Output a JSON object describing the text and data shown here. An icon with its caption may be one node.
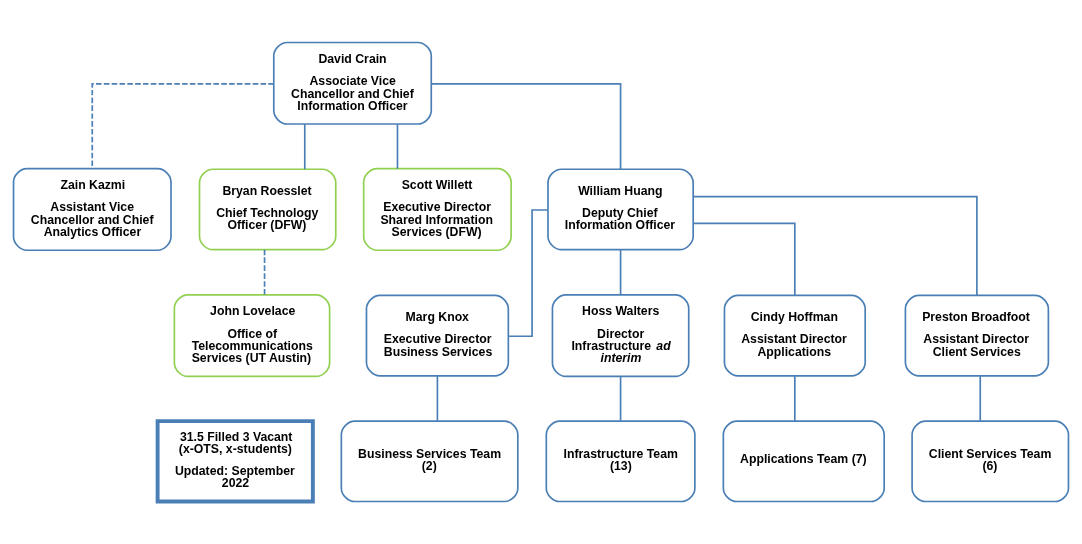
{
  "diagram": {
    "nodes": [
      {
        "text": [
          "David Crain",
          "Associate Vice Chancellor and Chief Information Officer"
        ]
      },
      {
        "text": [
          "Zain Kazmi",
          "Assistant Vice Chancellor and Chief Analytics Officer"
        ]
      },
      {
        "text": [
          "Bryan Roesslet",
          "Chief Technology Officer (DFW)"
        ]
      },
      {
        "text": [
          "Scott Willett",
          "Executive Director Shared Information Services (DFW)"
        ]
      },
      {
        "text": [
          "William Huang",
          "Deputy Chief Information Officer"
        ]
      },
      {
        "text": [
          "John Lovelace",
          "Office of Telecommunications Services (UT Austin)"
        ]
      },
      {
        "text": [
          "Marg Knox",
          "Executive Director Business Services"
        ]
      },
      {
        "text": [
          "Hoss Walters",
          "Director Infrastructure *ad interim*"
        ]
      },
      {
        "text": [
          "Cindy Hoffman",
          "Assistant Director Applications"
        ]
      },
      {
        "text": [
          "Preston Broadfoot",
          "Assistant Director Client Services"
        ]
      },
      {
        "text": [
          "Business Services Team (2)"
        ]
      },
      {
        "text": [
          "Infrastructure Team (13)"
        ]
      },
      {
        "text": [
          "Applications Team (7)"
        ]
      },
      {
        "text": [
          "Client Services Team (6)"
        ]
      },
      {
        "text": [
          "31.5 Filled 3 Vacant (x-OTS, x-students)",
          "Updated: September 2022"
        ]
      }
    ],
    "edges": [
      {
        "from": 0,
        "to": 1,
        "arrow": "none",
        "style": "dashed"
      },
      {
        "from": 0,
        "to": 2,
        "arrow": "none"
      },
      {
        "from": 0,
        "to": 3,
        "arrow": "none"
      },
      {
        "from": 0,
        "to": 4,
        "arrow": "none"
      },
      {
        "from": 2,
        "to": 5,
        "arrow": "none",
        "style": "dashed"
      },
      {
        "from": 4,
        "to": 6,
        "arrow": "none"
      },
      {
        "from": 4,
        "to": 7,
        "arrow": "none"
      },
      {
        "from": 4,
        "to": 8,
        "arrow": "none"
      },
      {
        "from": 4,
        "to": 9,
        "arrow": "none"
      },
      {
        "from": 6,
        "to": 10,
        "arrow": "none"
      },
      {
        "from": 7,
        "to": 11,
        "arrow": "none"
      },
      {
        "from": 8,
        "to": 12,
        "arrow": "none"
      },
      {
        "from": 9,
        "to": 13,
        "arrow": "none"
      }
    ]
  }
}
